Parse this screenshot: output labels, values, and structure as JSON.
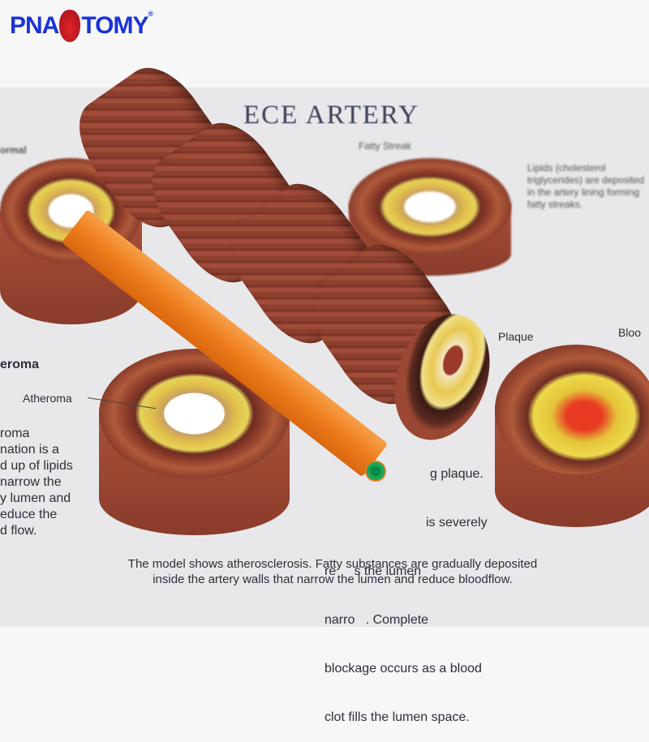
{
  "brand": {
    "logo_text_left": "PNA",
    "logo_text_right": "TOMY",
    "registered": "®"
  },
  "poster": {
    "title": "ECE ARTERY",
    "normal_label": "ormal",
    "fatty_streak_label": "Fatty Streak",
    "fatty_streak_note": "Lipids (cholesterol triglycerides) are deposited in the artery lining forming fatty streaks.",
    "atheroma_heading": "eroma",
    "atheroma_label": "Atheroma",
    "atheroma_text": [
      "roma",
      "nation is a",
      "d up of lipids",
      "narrow the",
      "y lumen and",
      "educe the",
      "d flow."
    ],
    "plaque_label": "Plaque",
    "blood_label": "Bloo",
    "blockage_text": [
      "g plaque.",
      "is severely",
      "re     s the lumen",
      "narro   . Complete",
      "blockage occurs as a blood",
      "clot fills the lumen space."
    ],
    "caption": [
      "The model shows atherosclerosis. Fatty substances are gradually deposited",
      "inside the artery walls that narrow the lumen and reduce bloodflow."
    ]
  }
}
